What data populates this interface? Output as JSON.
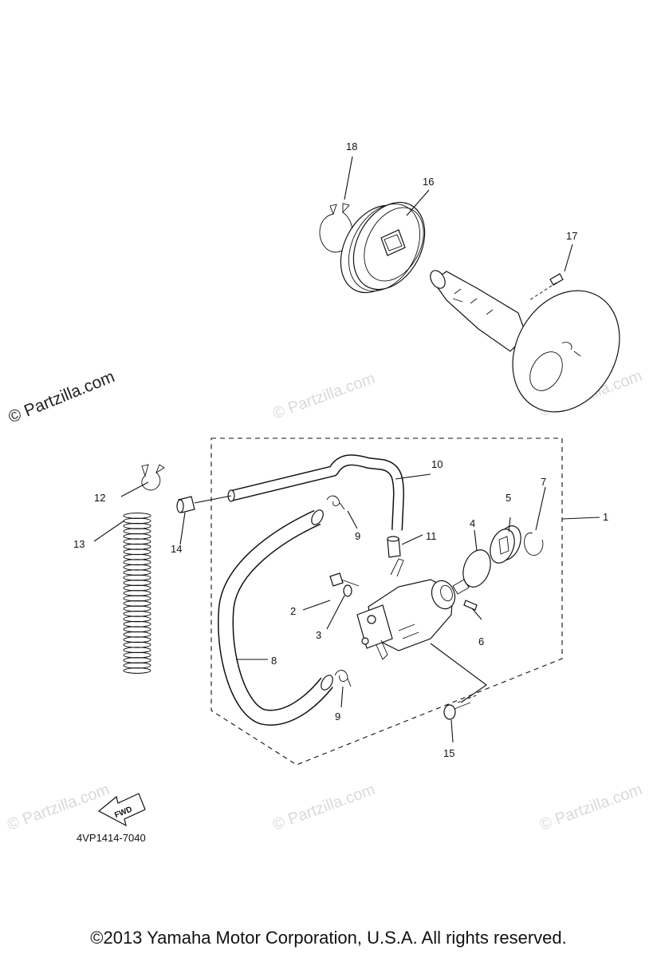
{
  "watermark": {
    "main": "© Partzilla.com",
    "faint": "© Partzilla.com"
  },
  "callouts": {
    "c1": "1",
    "c2": "2",
    "c3": "3",
    "c4": "4",
    "c5": "5",
    "c6": "6",
    "c7": "7",
    "c8": "8",
    "c9a": "9",
    "c9b": "9",
    "c10": "10",
    "c11": "11",
    "c12": "12",
    "c13": "13",
    "c14": "14",
    "c15": "15",
    "c16": "16",
    "c17": "17",
    "c18": "18"
  },
  "fwd_label": "FWD",
  "diagram_code": "4VP1414-7040",
  "copyright": "©2013 Yamaha Motor Corporation, U.S.A. All rights reserved."
}
